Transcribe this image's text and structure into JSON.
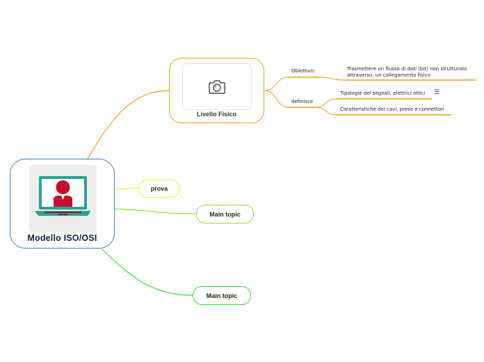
{
  "root": {
    "title": "Modello ISO/OSI",
    "icon": "laptop-user-icon"
  },
  "topics": {
    "livello_fisico": {
      "title": "Livello Fisico",
      "icon": "camera-icon"
    },
    "prova": {
      "title": "prova"
    },
    "main_topic_1": {
      "title": "Main topic"
    },
    "main_topic_2": {
      "title": "Main topic"
    }
  },
  "subtopics": {
    "obiettivo": {
      "label": "Obiettivo:",
      "detail_line1": "Trasmettere un flusso di dati (bit) non strutturato",
      "detail_line2": "attraverso, un collegamento fisico"
    },
    "definisce": {
      "label": "definisce",
      "items": [
        "Tipologie dei segnali, elettrici ottici",
        "Caratteristiche dei cavi, prese e connettori"
      ],
      "note_icon": "notes-icon"
    }
  },
  "colors": {
    "root_border": "#2e86c9",
    "orange": "#f39c12",
    "yellow": "#f2ee2a",
    "light_green": "#8ee02a",
    "green": "#2fe02a",
    "screen": "#2aa198",
    "person": "#c8102e"
  }
}
